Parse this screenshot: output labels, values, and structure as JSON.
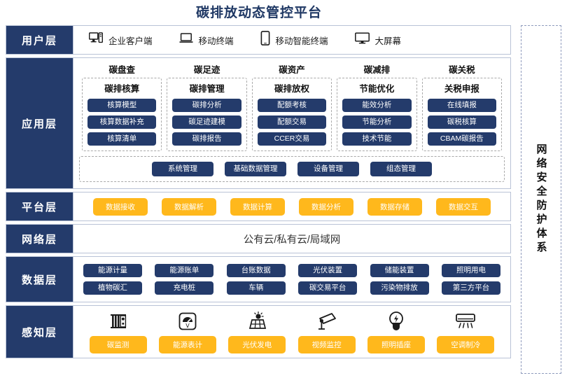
{
  "title": "碳排放动态管控平台",
  "security_band": {
    "label": "网络安全防护体系"
  },
  "layers": {
    "user": {
      "label": "用户层",
      "items": [
        {
          "icon": "desktop-tower-icon",
          "label": "企业客户端"
        },
        {
          "icon": "laptop-icon",
          "label": "移动终端"
        },
        {
          "icon": "smartphone-icon",
          "label": "移动智能终端"
        },
        {
          "icon": "monitor-icon",
          "label": "大屏幕"
        }
      ]
    },
    "application": {
      "label": "应用层",
      "groups": [
        {
          "title": "碳盘查",
          "sub": "碳排核算",
          "items": [
            "核算模型",
            "核算数据补充",
            "核算清单"
          ]
        },
        {
          "title": "碳足迹",
          "sub": "碳排管理",
          "items": [
            "碳排分析",
            "碳足迹建模",
            "碳排报告"
          ]
        },
        {
          "title": "碳资产",
          "sub": "碳排放权",
          "items": [
            "配额考核",
            "配额交易",
            "CCER交易"
          ]
        },
        {
          "title": "碳减排",
          "sub": "节能优化",
          "items": [
            "能效分析",
            "节能分析",
            "技术节能"
          ]
        },
        {
          "title": "碳关税",
          "sub": "关税申报",
          "items": [
            "在线填报",
            "碳税核算",
            "CBAM碳报告"
          ]
        }
      ],
      "common": [
        "系统管理",
        "基础数据管理",
        "设备管理",
        "组态管理"
      ]
    },
    "platform": {
      "label": "平台层",
      "items": [
        "数据接收",
        "数据解析",
        "数据计算",
        "数据分析",
        "数据存储",
        "数据交互"
      ]
    },
    "network": {
      "label": "网络层",
      "text": "公有云/私有云/局域网"
    },
    "data": {
      "label": "数据层",
      "row1": [
        "能源计量",
        "能源账单",
        "台账数据",
        "光伏装置",
        "储能装置",
        "照明用电"
      ],
      "row2": [
        "植物碳汇",
        "充电桩",
        "车辆",
        "碳交易平台",
        "污染物排放",
        "第三方平台"
      ]
    },
    "sensing": {
      "label": "感知层",
      "items": [
        {
          "icon": "carbon-monitor-icon",
          "label": "碳监测"
        },
        {
          "icon": "energy-meter-icon",
          "label": "能源表计"
        },
        {
          "icon": "solar-panel-icon",
          "label": "光伏发电"
        },
        {
          "icon": "cctv-camera-icon",
          "label": "视频监控"
        },
        {
          "icon": "light-bulb-icon",
          "label": "照明插座"
        },
        {
          "icon": "air-conditioner-icon",
          "label": "空调制冷"
        }
      ]
    }
  },
  "colors": {
    "dark_blue": "#243b6b",
    "yellow": "#ffb81c",
    "title_blue": "#1f3864",
    "border": "#b9c3d6"
  }
}
